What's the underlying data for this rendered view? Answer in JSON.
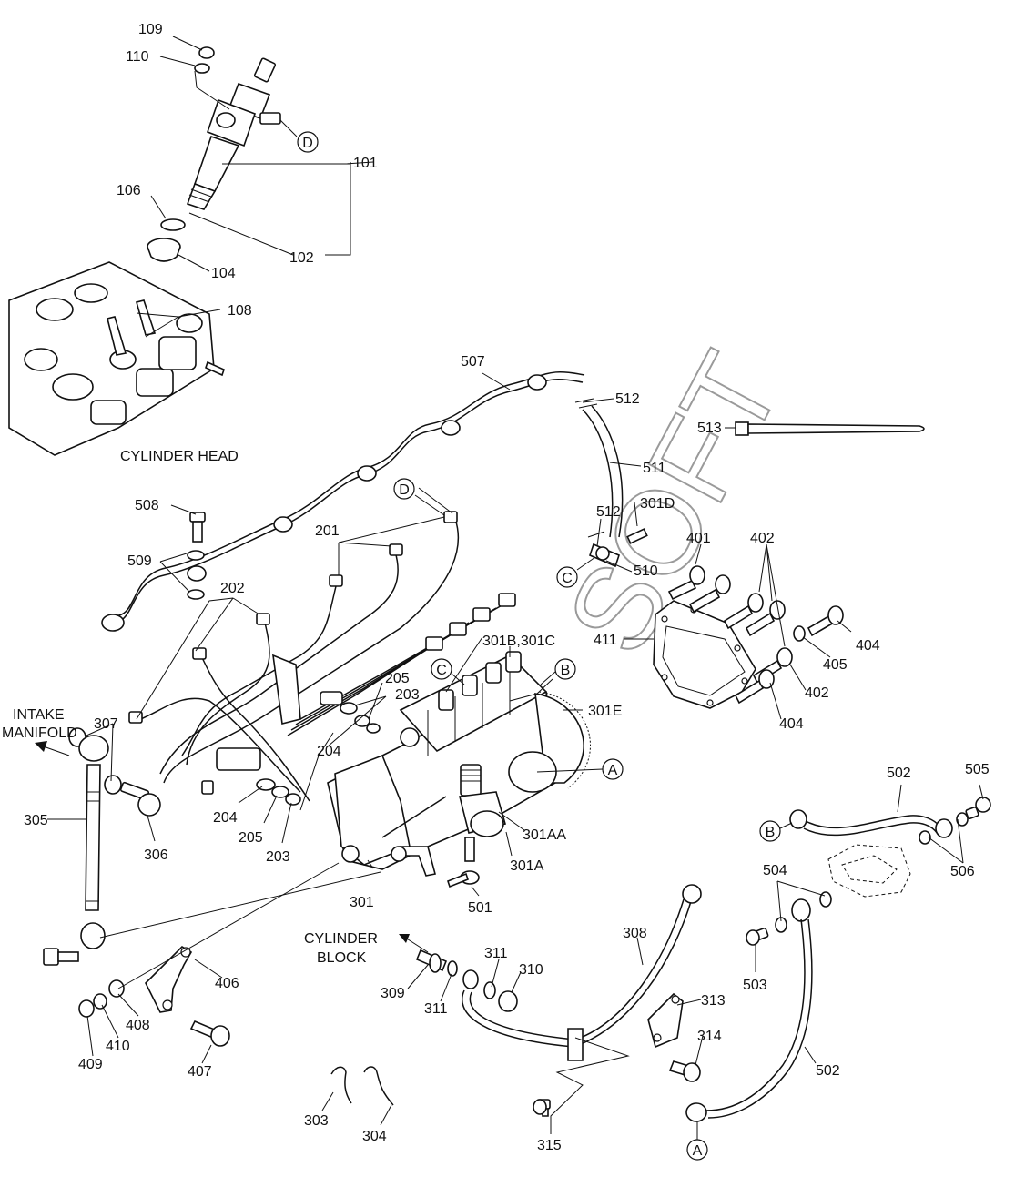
{
  "captions": {
    "cylinder_head": "CYLINDER HEAD",
    "intake_line1": "INTAKE",
    "intake_line2": "MANIFOLD",
    "block_line1": "CYLINDER",
    "block_line2": "BLOCK"
  },
  "watermark": "SOFT",
  "callouts": {
    "c109": "109",
    "c110": "110",
    "c101": "101",
    "c106": "106",
    "c102": "102",
    "c104": "104",
    "c108": "108",
    "c507": "507",
    "c512a": "512",
    "c513": "513",
    "c511": "511",
    "c301d": "301D",
    "c512b": "512",
    "c510": "510",
    "c508": "508",
    "c509": "509",
    "c201": "201",
    "c202": "202",
    "c301bc": "301B,301C",
    "c205a": "205",
    "c203a": "203",
    "c204a": "204",
    "c301e": "301E",
    "c401": "401",
    "c402a": "402",
    "c411": "411",
    "c404a": "404",
    "c405": "405",
    "c402b": "402",
    "c404b": "404",
    "c307": "307",
    "c305": "305",
    "c306": "306",
    "c204b": "204",
    "c205b": "205",
    "c203b": "203",
    "c301aa": "301AA",
    "c301a": "301A",
    "c301": "301",
    "c501": "501",
    "c502a": "502",
    "c505": "505",
    "c506": "506",
    "c504": "504",
    "c503": "503",
    "c502b": "502",
    "c308": "308",
    "c311a": "311",
    "c310": "310",
    "c309": "309",
    "c311b": "311",
    "c313": "313",
    "c314": "314",
    "c315": "315",
    "c406": "406",
    "c408": "408",
    "c410": "410",
    "c409": "409",
    "c407": "407",
    "c303": "303",
    "c304": "304"
  },
  "connectors": {
    "d_top": "D",
    "d_mid": "D",
    "c_right": "C",
    "c_pump": "C",
    "b_pump": "B",
    "a_pump": "A",
    "b_right": "B",
    "a_bottom": "A"
  }
}
